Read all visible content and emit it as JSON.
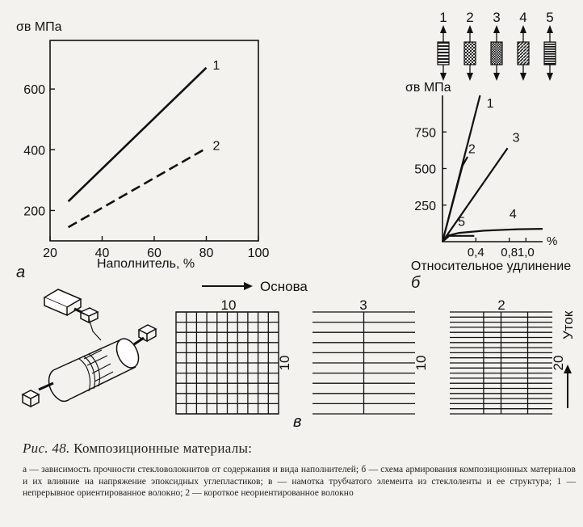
{
  "chart_data": [
    {
      "id": "a",
      "type": "line",
      "panel_label": "а",
      "ylabel": "σв МПа",
      "xlabel": "Наполнитель, %",
      "xlim": [
        20,
        100
      ],
      "ylim": [
        100,
        760
      ],
      "xticks": [
        20,
        40,
        60,
        80,
        100
      ],
      "yticks": [
        200,
        400,
        600
      ],
      "grid": false,
      "series": [
        {
          "name": "1",
          "style": "solid",
          "x": [
            27,
            80
          ],
          "y": [
            230,
            670
          ]
        },
        {
          "name": "2",
          "style": "dashed",
          "x": [
            27,
            80
          ],
          "y": [
            145,
            405
          ]
        }
      ]
    },
    {
      "id": "b",
      "type": "line",
      "panel_label": "б",
      "ylabel": "σв МПа",
      "xlabel": "Относительное удлинение",
      "x_unit": "%",
      "xlim": [
        0,
        1.2
      ],
      "ylim": [
        0,
        1000
      ],
      "xticks": [
        "0,4",
        "0,8",
        "1,0"
      ],
      "xtick_values": [
        0.4,
        0.8,
        1.0
      ],
      "yticks": [
        250,
        500,
        750
      ],
      "grid": false,
      "series": [
        {
          "name": "1",
          "x": [
            0,
            0.45
          ],
          "y": [
            0,
            1000
          ]
        },
        {
          "name": "2",
          "x": [
            0,
            0.24,
            0.3
          ],
          "y": [
            0,
            520,
            580
          ]
        },
        {
          "name": "3",
          "x": [
            0,
            0.78
          ],
          "y": [
            0,
            640
          ]
        },
        {
          "name": "4",
          "x": [
            0,
            0.05,
            0.2,
            0.5,
            0.9,
            1.2
          ],
          "y": [
            0,
            40,
            60,
            75,
            85,
            88
          ]
        },
        {
          "name": "5",
          "x": [
            0,
            0.08,
            0.38
          ],
          "y": [
            0,
            40,
            40
          ]
        }
      ]
    }
  ],
  "specimens": {
    "numbers": [
      "1",
      "2",
      "3",
      "4",
      "5"
    ],
    "patterns": [
      "stripes",
      "checker",
      "checker-dense",
      "diag",
      "stripes-dense"
    ]
  },
  "panel_c": {
    "label": "в",
    "warp_label": "Основа",
    "weft_label": "Уток",
    "warp_arrow_icon": "arrow-right-icon",
    "weft_arrow_icon": "arrow-up-icon",
    "grids": [
      {
        "top_label": "10",
        "side_label": "10",
        "warp_lines": 10,
        "weft_lines": 10
      },
      {
        "top_label": "3",
        "side_label": "10",
        "warp_lines": 10,
        "weft_lines": 1
      },
      {
        "top_label": "2",
        "side_label": "20",
        "warp_lines": 20,
        "weft_lines": 3
      }
    ]
  },
  "caption": {
    "fig_no": "Рис. 48.",
    "title": "Композиционные материалы:",
    "text": "а — зависимость прочности стекловолокнитов от содержания и вида наполнителей; б — схема армирования композиционных материалов и их влияние на напряжение эпоксидных углепластиков; в — намотка трубчатого элемента из стеклоленты и ее структура; 1 — непрерывное ориентированное волокно; 2 — короткое неориентированное волокно"
  }
}
